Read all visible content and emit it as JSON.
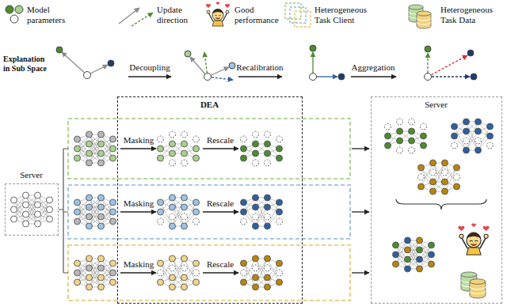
{
  "diagram": {
    "nodes": [
      {
        "text": [
          "Server"
        ]
      },
      {
        "text": [
          "DEA"
        ]
      },
      {
        "text": [
          "Server"
        ]
      }
    ],
    "labels": [
      "Explanation in Sub Space",
      "Decoupling",
      "Recalibration",
      "Aggregation",
      "Masking",
      "Rescale",
      "Masking",
      "Rescale",
      "Masking",
      "Rescale"
    ],
    "legend": [
      {
        "text": "Model parameters"
      },
      {
        "text": "Update direction"
      },
      {
        "text": "Good performance"
      },
      {
        "text": "Heterogeneous Task Client"
      },
      {
        "text": "Heterogeneous Task Data"
      }
    ]
  }
}
